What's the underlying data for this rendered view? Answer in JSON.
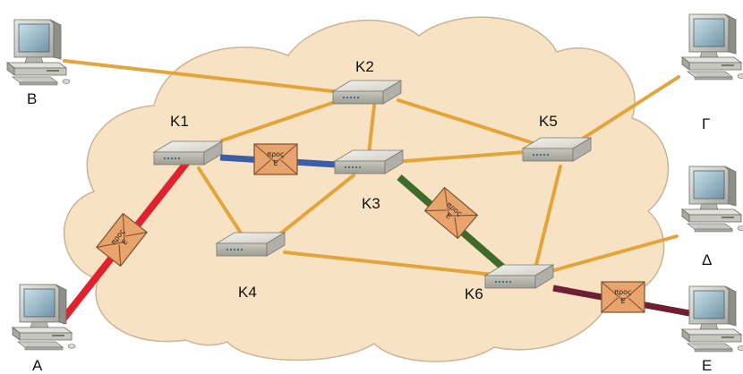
{
  "nodes": {
    "K1": "K1",
    "K2": "K2",
    "K3": "K3",
    "K4": "K4",
    "K5": "K5",
    "K6": "K6"
  },
  "hosts": {
    "A": "A",
    "B": "B",
    "Gamma": "Γ",
    "Delta": "Δ",
    "E": "E"
  },
  "envelope": {
    "line1": "προς",
    "line2": "E"
  },
  "colors": {
    "cloud_fill": "#f7e3c3",
    "cloud_stroke": "#c9b497",
    "link": "#e3a43c",
    "path_a_k1": "#e0222e",
    "path_k1_k3": "#3b5ea8",
    "path_k3_k6": "#3f6a2a",
    "path_k6_e": "#6e1f33",
    "envelope": "#e7a36a"
  }
}
